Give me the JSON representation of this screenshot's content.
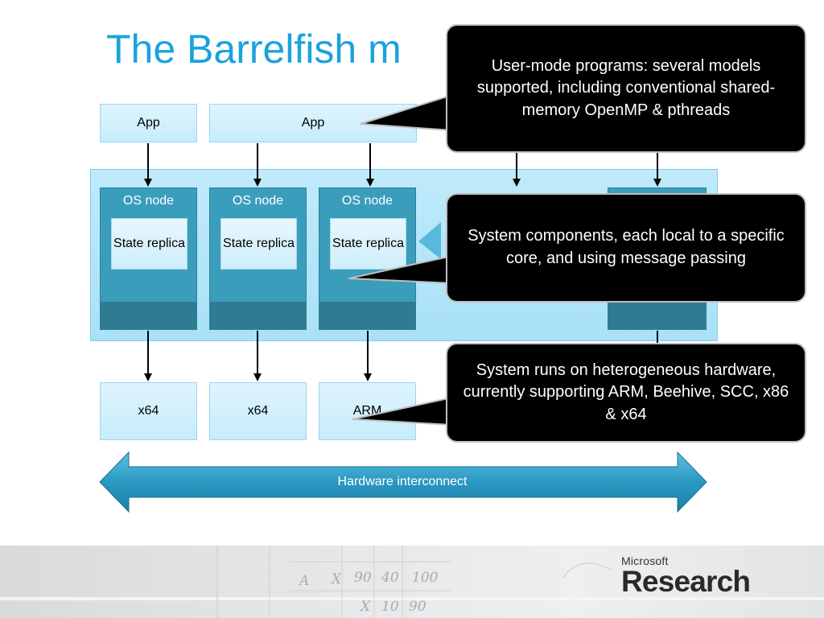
{
  "title": "The Barrelfish m",
  "apps": [
    "App",
    "App"
  ],
  "os_nodes": [
    {
      "label": "OS node",
      "replica": "State replica"
    },
    {
      "label": "OS node",
      "replica": "State replica"
    },
    {
      "label": "OS node",
      "replica": "State replica"
    }
  ],
  "hardware": [
    "x64",
    "x64",
    "ARM"
  ],
  "interconnect_label": "Hardware interconnect",
  "callouts": [
    "User-mode programs: several models supported, including conventional shared-memory OpenMP & pthreads",
    "System components, each local to a specific core, and using message passing",
    "System runs on heterogeneous hardware, currently supporting ARM, Beehive, SCC, x86 & x64"
  ],
  "logo": {
    "company": "Microsoft",
    "division": "Research"
  },
  "footer_scribbles": [
    "A",
    "X",
    "90",
    "40",
    "100",
    "X",
    "10",
    "90"
  ],
  "colors": {
    "title": "#1aa3dd",
    "os_node": "#3b9dbc",
    "callout_bg": "#000000",
    "interconnect": "#2a98c2"
  }
}
